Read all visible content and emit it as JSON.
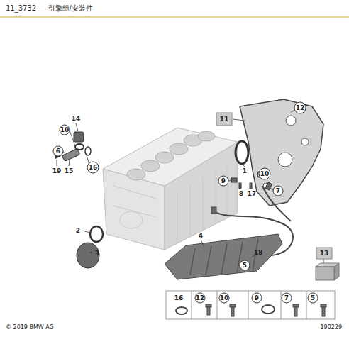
{
  "diagram": {
    "title": "11_3732 — 引擎组/安装件",
    "labels": [
      "14",
      "10",
      "6",
      "19",
      "15",
      "16",
      "11",
      "12",
      "1",
      "9",
      "8",
      "17",
      "10",
      "7",
      "2",
      "4",
      "5",
      "18",
      "3",
      "13",
      "16",
      "12",
      "10",
      "9",
      "7",
      "5",
      "© 2019 BMW AG",
      "190229"
    ]
  }
}
